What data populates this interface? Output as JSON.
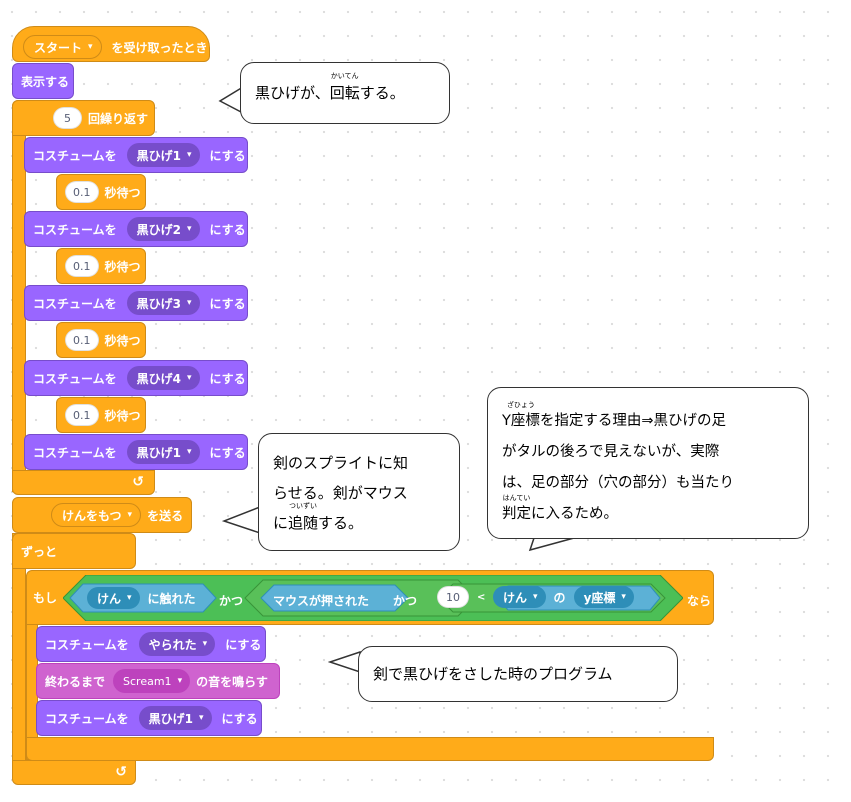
{
  "event_block": {
    "dropdown": "スタート",
    "label": "を受け取ったとき"
  },
  "show_block": "表示する",
  "repeat": {
    "count": "5",
    "label": "回繰り返す"
  },
  "costume_prefix": "コスチュームを",
  "costume_suffix": "にする",
  "wait_label": "秒待つ",
  "wait_value": "0.1",
  "costumes": [
    "黒ひげ1",
    "黒ひげ2",
    "黒ひげ3",
    "黒ひげ4",
    "黒ひげ1"
  ],
  "broadcast": {
    "message": "けんをもつ",
    "label": "を送る"
  },
  "forever": "ずっと",
  "if_block": {
    "if_label": "もし",
    "touching_target": "けん",
    "touching_label": "に触れた",
    "and1": "かつ",
    "mouse_down": "マウスが押された",
    "and2": "かつ",
    "lt_value": "10",
    "lt_symbol": "<",
    "of_object": "けん",
    "of_label": "の",
    "of_property": "y座標",
    "then_label": "なら"
  },
  "inner": {
    "costume1": "やられた",
    "sound_prefix": "終わるまで",
    "sound_name": "Scream1",
    "sound_suffix": "の音を鳴らす",
    "costume2": "黒ひげ1"
  },
  "callouts": {
    "c1": {
      "text": "黒ひげが、回転する。",
      "ruby_base": "回転",
      "ruby_reading": "かいてん"
    },
    "c2": {
      "line1": "剣のスプライトに知",
      "line2": "らせる。剣がマウス",
      "line3_pre": "に",
      "line3_ruby_base": "追随",
      "line3_ruby": "ついずい",
      "line3_post": "する。"
    },
    "c3": {
      "line1_ruby_base": "Y座標",
      "line1_ruby": "ざひょう",
      "line1_post": "を指定する理由⇒黒ひげの足",
      "line2": "がタルの後ろで見えないが、実際",
      "line3": "は、足の部分（穴の部分）も当たり",
      "line4_ruby_base": "判定",
      "line4_ruby": "はんてい",
      "line4_post": "に入るため。"
    },
    "c4": {
      "text": "剣で黒ひげをさした時のプログラム"
    }
  }
}
